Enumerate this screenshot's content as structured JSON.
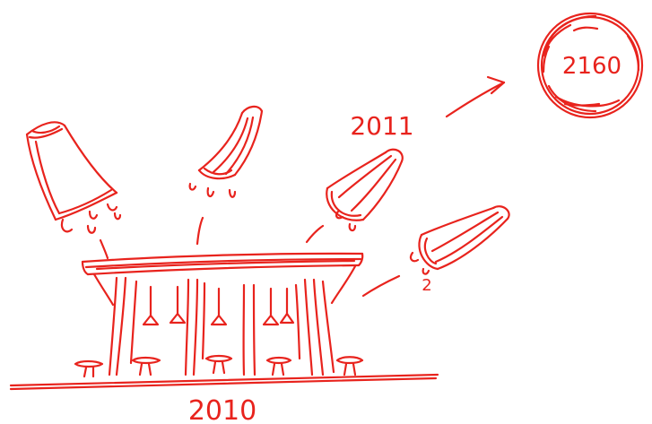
{
  "sketch": {
    "ink_color": "#e8231d",
    "background_color": "#ffffff",
    "labels": {
      "year_2010": "2010",
      "year_2011": "2011",
      "year_2160": "2160",
      "small_2": "2"
    },
    "icons": {
      "arrow": "arrow-icon",
      "moon": "moon-icon",
      "lamp": "lamp-shade-icon"
    }
  }
}
